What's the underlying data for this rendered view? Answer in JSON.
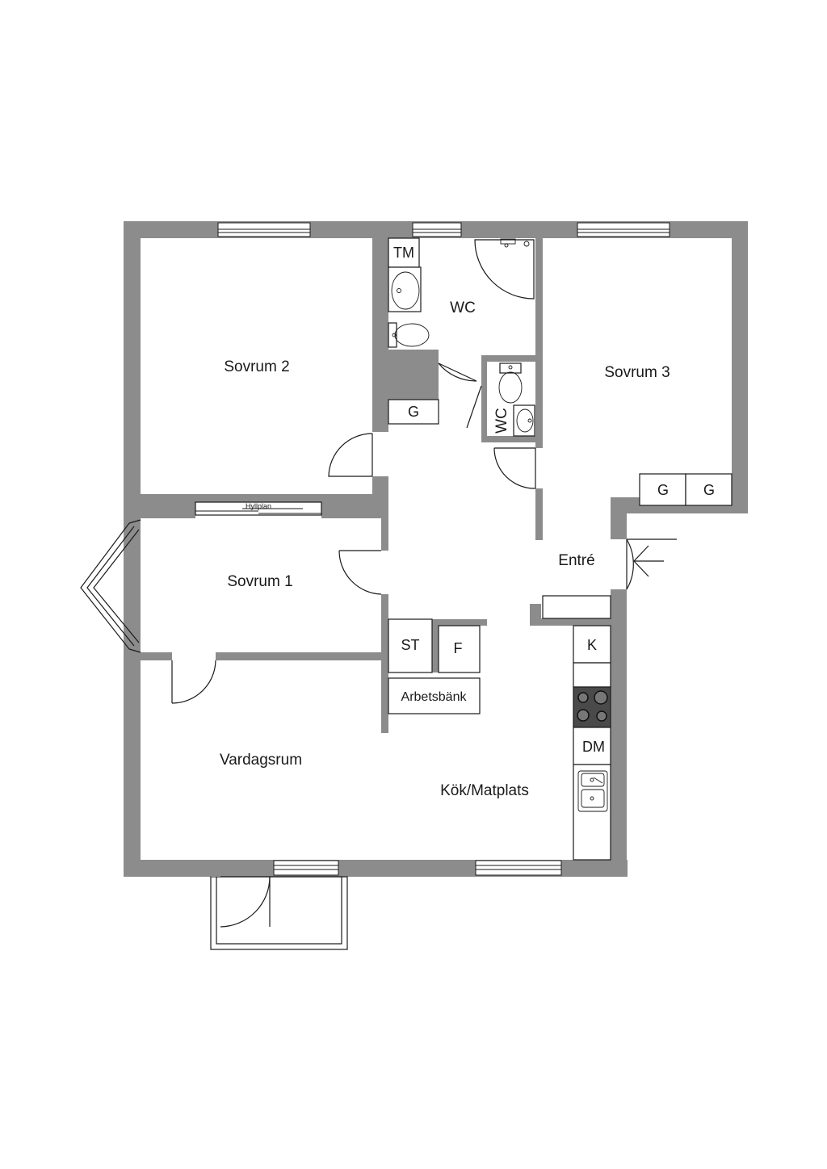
{
  "rooms": {
    "sovrum2": "Sovrum 2",
    "sovrum3": "Sovrum 3",
    "sovrum1": "Sovrum 1",
    "wc_main": "WC",
    "wc_small": "WC",
    "entre": "Entré",
    "vardagsrum": "Vardagsrum",
    "kok": "Kök/Matplats"
  },
  "fixtures": {
    "tm": "TM",
    "g1": "G",
    "g2": "G",
    "g3": "G",
    "hyllplan": "Hyllplan",
    "st": "ST",
    "f": "F",
    "arbetsbank": "Arbetsbänk",
    "k": "K",
    "dm": "DM"
  },
  "colors": {
    "wall": "#8c8c8c",
    "line": "#1a1a1a",
    "background": "#ffffff"
  }
}
